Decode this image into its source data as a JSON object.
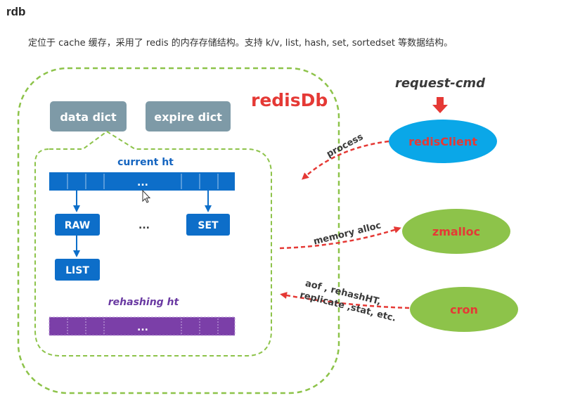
{
  "section": {
    "title": "rdb",
    "description": "定位于 cache 缓存，采用了 redis 的内存存储结构。支持 k/v, list, hash, set, sortedset 等数据结构。"
  },
  "diagram": {
    "container_label": "redisDb",
    "data_dict": "data dict",
    "expire_dict": "expire dict",
    "current_ht": "current ht",
    "current_ht_ellipsis": "...",
    "raw": "RAW",
    "middle_ellipsis": "...",
    "set": "SET",
    "list": "LIST",
    "rehashing_ht": "rehashing ht",
    "rehashing_ellipsis": "...",
    "request_cmd": "request-cmd",
    "redis_client": "redisClient",
    "process_label": "process",
    "zmalloc": "zmalloc",
    "memory_alloc_label": "memory alloc",
    "cron": "cron",
    "cron_label_line1": "aof , rehashHT,",
    "cron_label_line2": "replicate ,stat, etc."
  },
  "colors": {
    "dashed_border": "#8dc34a",
    "dict_box": "#7e9aa7",
    "blue_box": "#0d6ec9",
    "purple_box": "#7b3fa8",
    "client_ellipse": "#0aa7e8",
    "green_ellipse": "#8dc34a",
    "red": "#e53935"
  }
}
